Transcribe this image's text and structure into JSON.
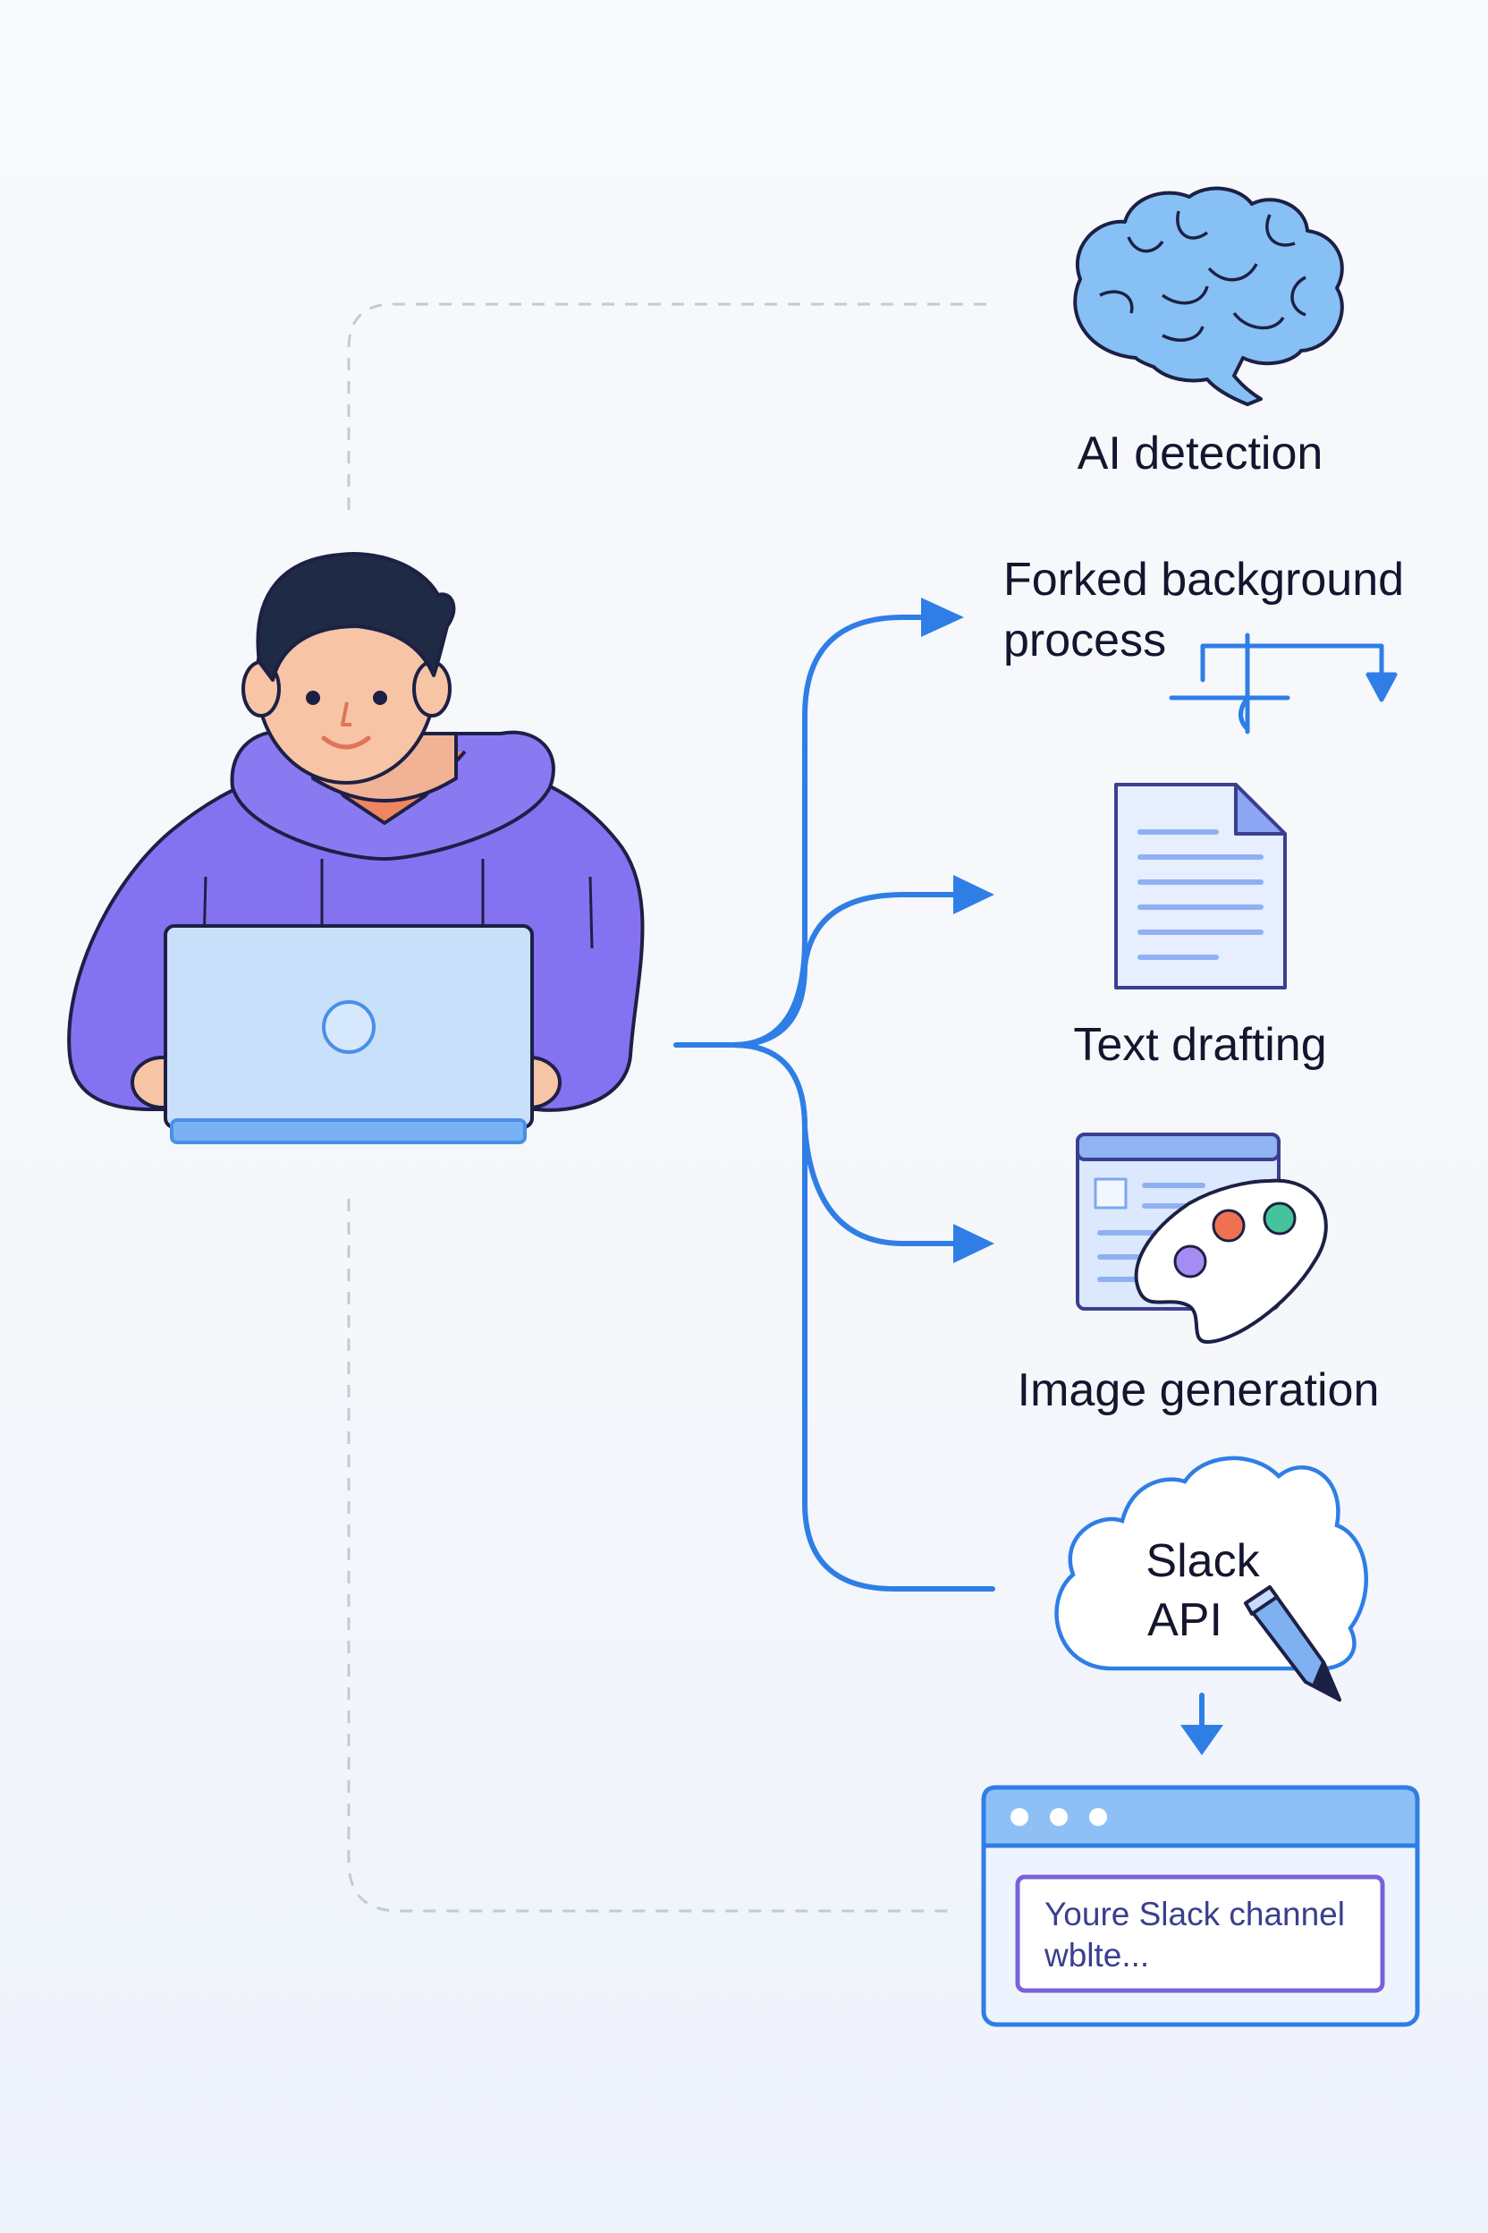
{
  "nodes": {
    "ai_detection": "AI detection",
    "forked_background_process": {
      "line1": "Forked background",
      "line2": "process"
    },
    "text_drafting": "Text drafting",
    "image_generation": "Image generation",
    "slack_api": {
      "line1": "Slack",
      "line2": "API"
    }
  },
  "window": {
    "text_line1": "Youre Slack channel",
    "text_line2": "wblte..."
  },
  "icons": {
    "person": "person-with-laptop-icon",
    "brain": "brain-icon",
    "fork": "fork-branch-icon",
    "document": "document-icon",
    "palette": "image-palette-icon",
    "cloud": "cloud-icon",
    "pencil": "pencil-icon",
    "window": "browser-window-icon"
  },
  "colors": {
    "connector": "#2f7ee6",
    "dashed": "#c4cad6",
    "hoodie": "#8572f0",
    "laptop": "#c9e0fb",
    "brain": "#86c0f5",
    "outline": "#1d2045"
  }
}
